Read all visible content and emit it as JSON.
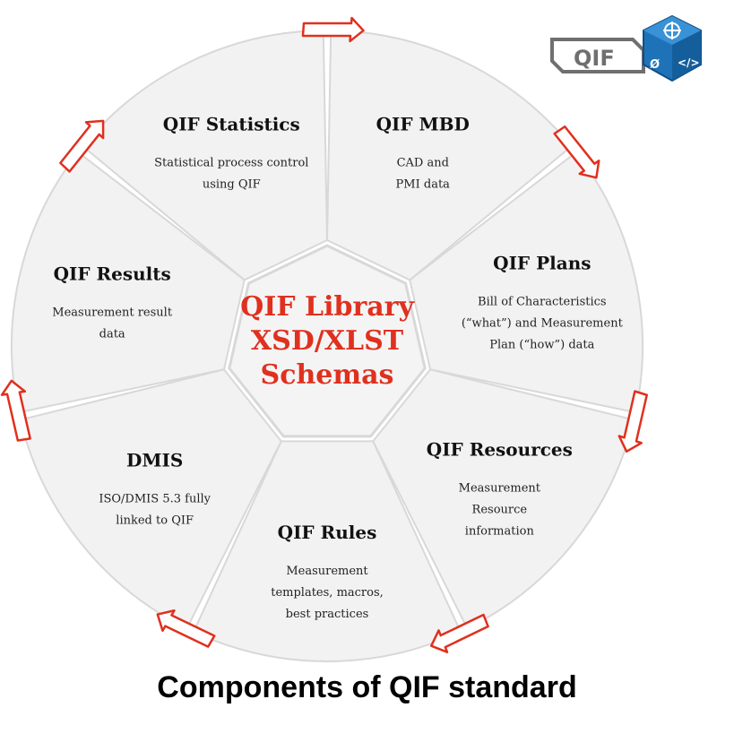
{
  "logo": {
    "text": "QIF",
    "accent": "#1e73b8"
  },
  "center": {
    "lines": [
      "QIF Library",
      "XSD/XLST",
      "Schemas"
    ],
    "color": "#e0301e"
  },
  "segments": [
    {
      "title": "QIF MBD",
      "desc": [
        "CAD and",
        "PMI data"
      ]
    },
    {
      "title": "QIF Plans",
      "desc": [
        "Bill of Characteristics",
        "(“what”) and Measurement",
        "Plan (“how”) data"
      ]
    },
    {
      "title": "QIF Resources",
      "desc": [
        "Measurement",
        "Resource",
        "information"
      ]
    },
    {
      "title": "QIF Rules",
      "desc": [
        "Measurement",
        "templates, macros,",
        "best practices"
      ]
    },
    {
      "title": "DMIS",
      "desc": [
        "ISO/DMIS 5.3 fully",
        "linked to QIF"
      ]
    },
    {
      "title": "QIF Results",
      "desc": [
        "Measurement result",
        "data"
      ]
    },
    {
      "title": "QIF Statistics",
      "desc": [
        "Statistical process control",
        "using QIF"
      ]
    }
  ],
  "caption": "Components of QIF standard",
  "colors": {
    "segment_fill": "#f2f2f2",
    "segment_stroke": "#d8d8d8",
    "arrow": "#e0301e"
  }
}
